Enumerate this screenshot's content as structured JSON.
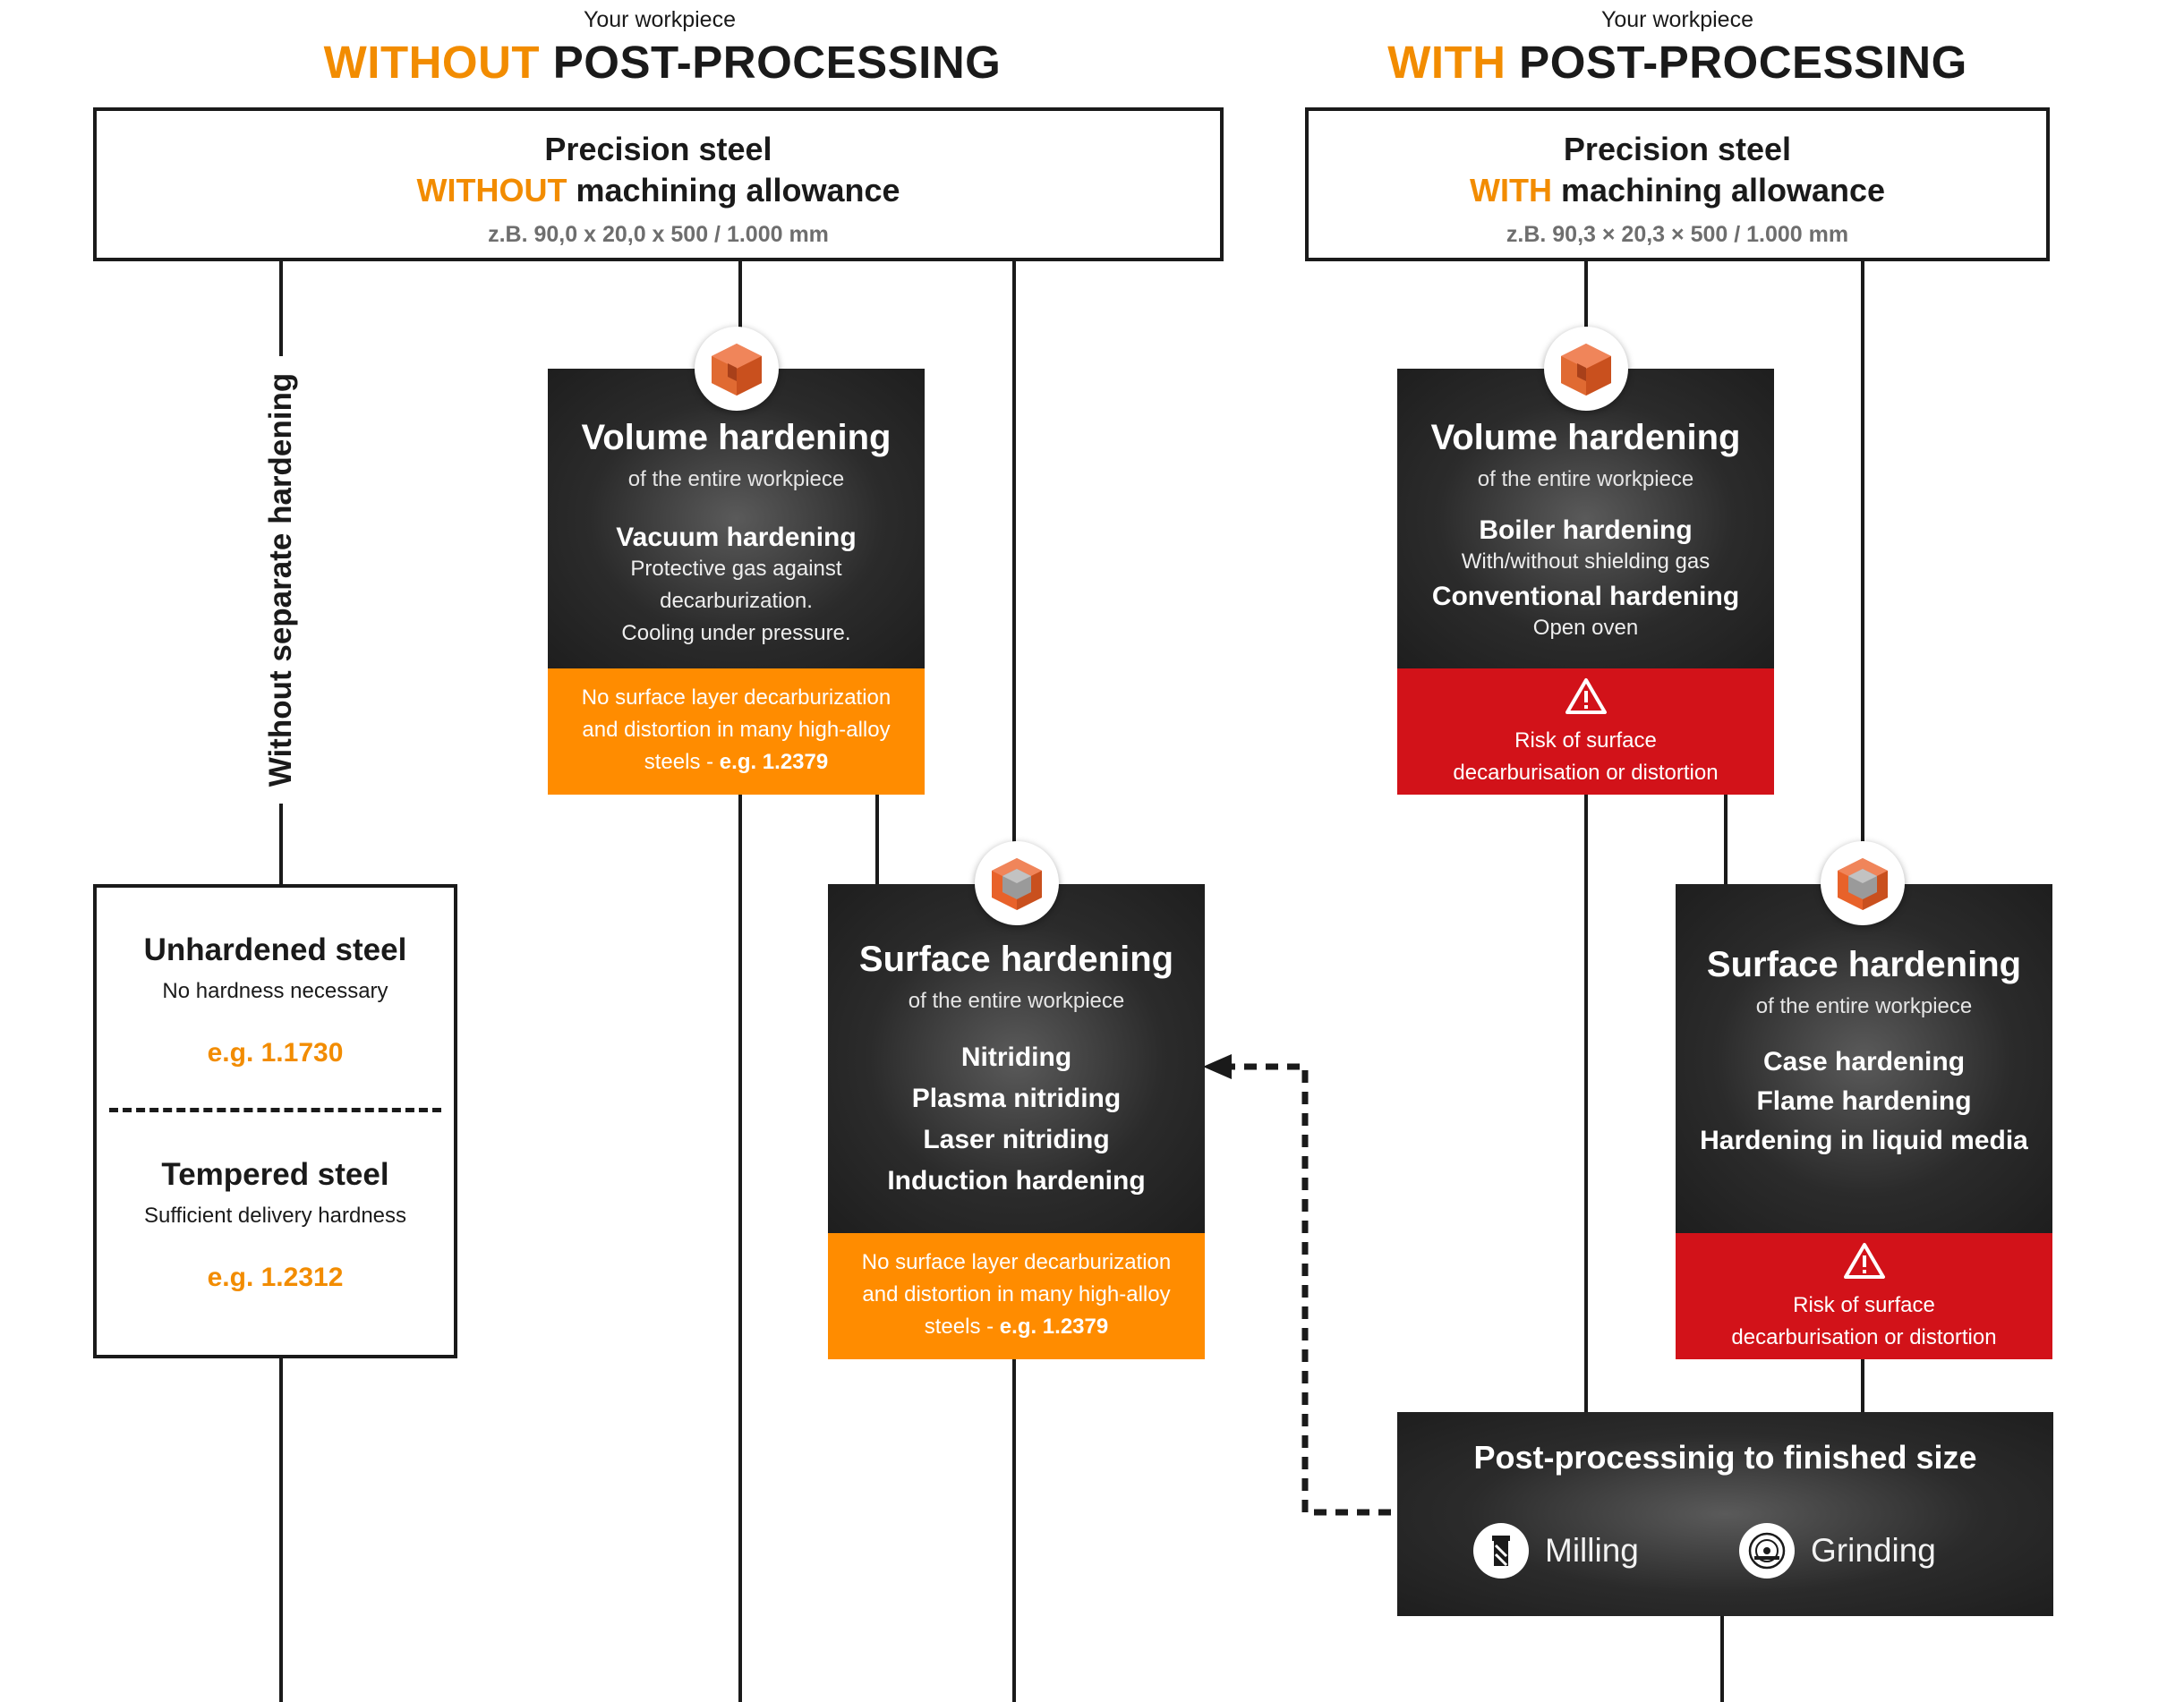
{
  "left": {
    "kicker": "Your workpiece",
    "heading_accent": "WITHOUT",
    "heading_rest": " POST-PROCESSING",
    "box": {
      "line1": "Precision steel",
      "line2_accent": "WITHOUT",
      "line2_rest": " machining allowance",
      "line3": "z.B. 90,0 x 20,0 x 500 / 1.000 mm"
    },
    "side_label": "Without separate hardening",
    "volume": {
      "title": "Volume hardening",
      "subtitle": "of the entire workpiece",
      "method": "Vacuum hardening",
      "desc1": "Protective gas against",
      "desc2": "decarburization.",
      "desc3": "Cooling under pressure.",
      "note1": "No surface layer decarburization",
      "note2": "and distortion in many high-alloy",
      "note3_pre": "steels - ",
      "note3_bold": "e.g. 1.2379"
    },
    "surface": {
      "title": "Surface hardening",
      "subtitle": "of the entire workpiece",
      "methods": [
        "Nitriding",
        "Plasma nitriding",
        "Laser nitriding",
        "Induction hardening"
      ],
      "note1": "No surface layer decarburization",
      "note2": "and distortion in many high-alloy",
      "note3_pre": "steels - ",
      "note3_bold": "e.g. 1.2379"
    },
    "unhardened": {
      "title": "Unhardened steel",
      "subtitle": "No hardness necessary",
      "example": "e.g. 1.1730"
    },
    "tempered": {
      "title": "Tempered steel",
      "subtitle": "Sufficient delivery hardness",
      "example": "e.g. 1.2312"
    }
  },
  "right": {
    "kicker": "Your workpiece",
    "heading_accent": "WITH",
    "heading_rest": " POST-PROCESSING",
    "box": {
      "line1": "Precision steel",
      "line2_accent": "WITH",
      "line2_rest": " machining allowance",
      "line3": "z.B. 90,3 × 20,3 × 500 / 1.000 mm"
    },
    "volume": {
      "title": "Volume hardening",
      "subtitle": "of the entire workpiece",
      "method1": "Boiler hardening",
      "method1_desc": "With/without shielding gas",
      "method2": "Conventional hardening",
      "method2_desc": "Open oven",
      "note1": "Risk of surface",
      "note2": "decarburisation or distortion"
    },
    "surface": {
      "title": "Surface hardening",
      "subtitle": "of the entire workpiece",
      "methods": [
        "Case hardening",
        "Flame hardening",
        "Hardening in liquid media"
      ],
      "note1": "Risk of surface",
      "note2": "decarburisation or distortion"
    },
    "post": {
      "title": "Post-processinig to finished size",
      "tool1": "Milling",
      "tool2": "Grinding"
    }
  },
  "colors": {
    "accent": "#f28c00",
    "note_orange": "#ff8c00",
    "warning_red": "#d21219",
    "dark_box": "#2b2b2b",
    "line": "#1a1a1a",
    "cube": "#e8622a"
  },
  "icons": [
    "cube-volume-icon",
    "cube-surface-icon",
    "warning-icon",
    "milling-icon",
    "grinding-icon",
    "arrow-left-icon"
  ]
}
